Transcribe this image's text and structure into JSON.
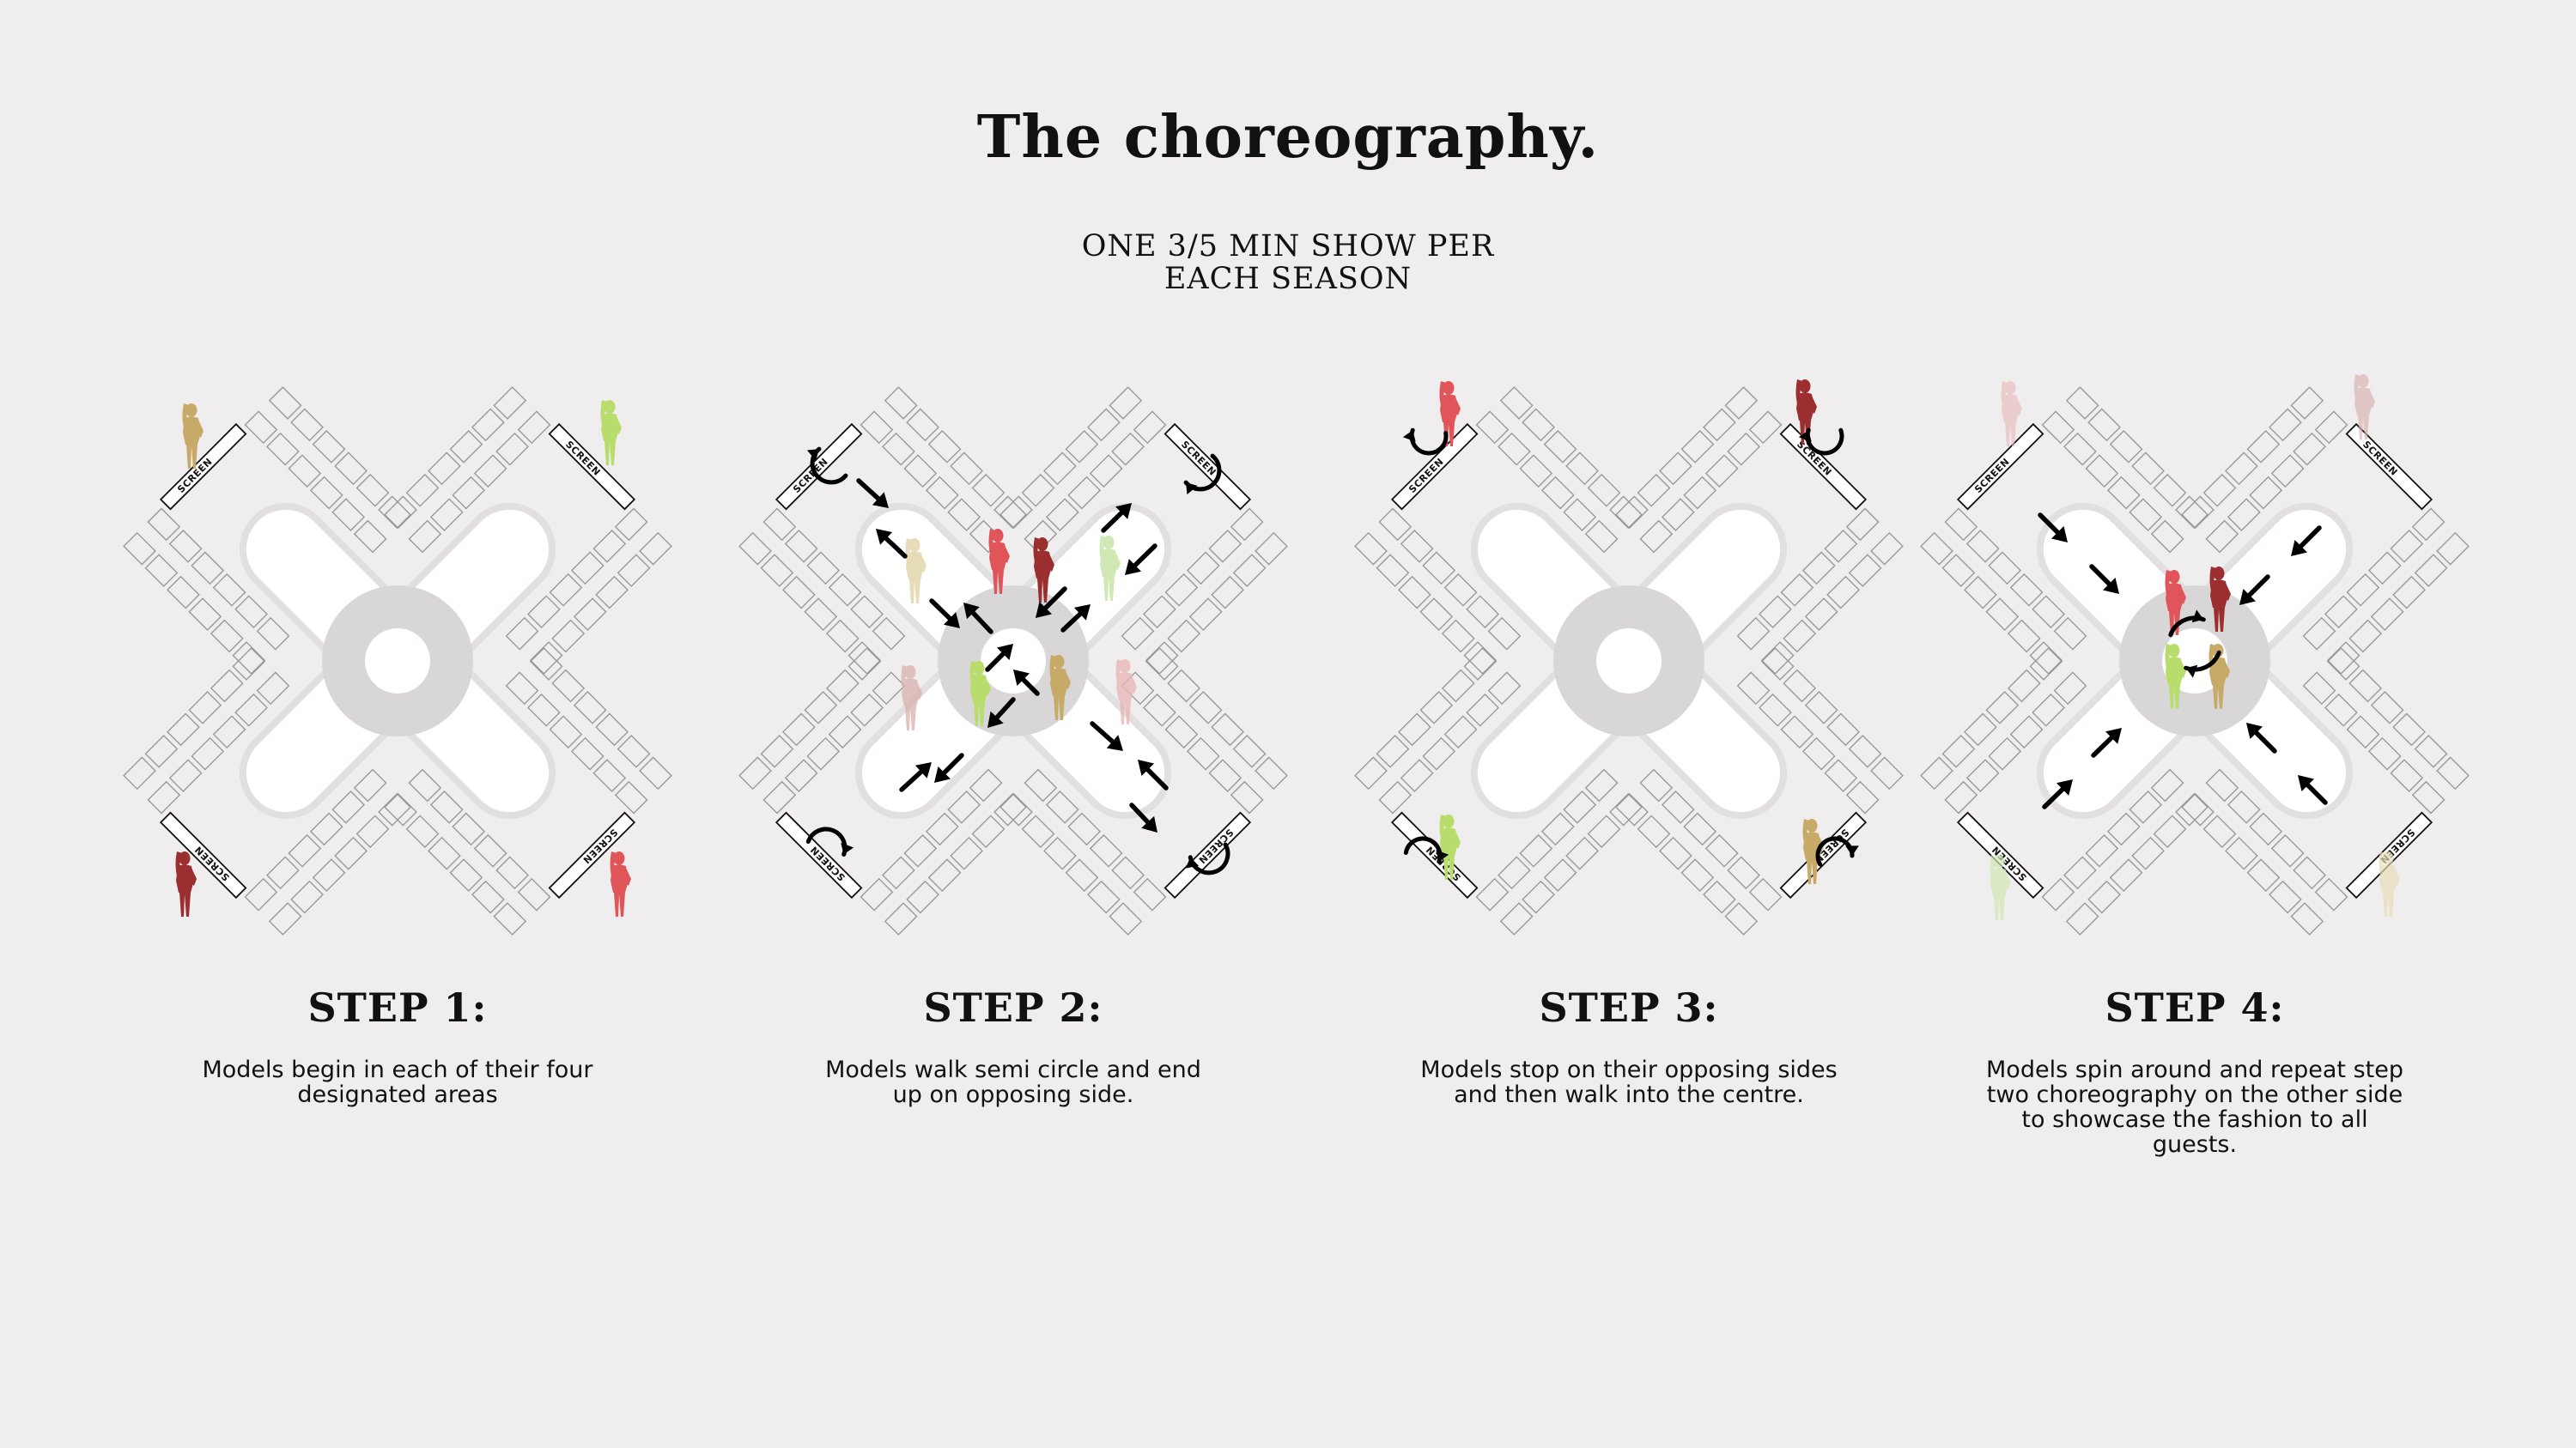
{
  "header": {
    "title": "The choreography.",
    "subtitle_lines": [
      "ONE 3/5 MIN SHOW PER",
      "EACH SEASON"
    ]
  },
  "screen_label": "SCREEN",
  "colors": {
    "background": "#f0edee",
    "runway": "#ffffff",
    "runway_edge": "#e1dfdf",
    "centre_ring": "#d8d6d6",
    "seat_stroke": "#9a9a9a",
    "arrow": "#000000",
    "model_mustard": "#c7a968",
    "model_lime": "#b8dd6c",
    "model_maroon": "#9b2e2e",
    "model_red": "#df5559",
    "model_cream": "#e7dcb8",
    "model_mint": "#d2e8b4",
    "model_pink": "#e9b8ba",
    "model_mauve": "#d9b1b0"
  },
  "steps": [
    {
      "title": "STEP 1:",
      "description_lines": [
        "Models begin in each of their four",
        "designated areas"
      ]
    },
    {
      "title": "STEP 2:",
      "description_lines": [
        "Models walk semi circle and end",
        "up on opposing side."
      ]
    },
    {
      "title": "STEP 3:",
      "description_lines": [
        "Models stop on their opposing sides",
        "and then walk into the centre."
      ]
    },
    {
      "title": "STEP 4:",
      "description_lines": [
        "Models spin around and repeat step",
        "two choreography on the other side",
        "to showcase the fashion to all",
        "guests."
      ]
    }
  ]
}
